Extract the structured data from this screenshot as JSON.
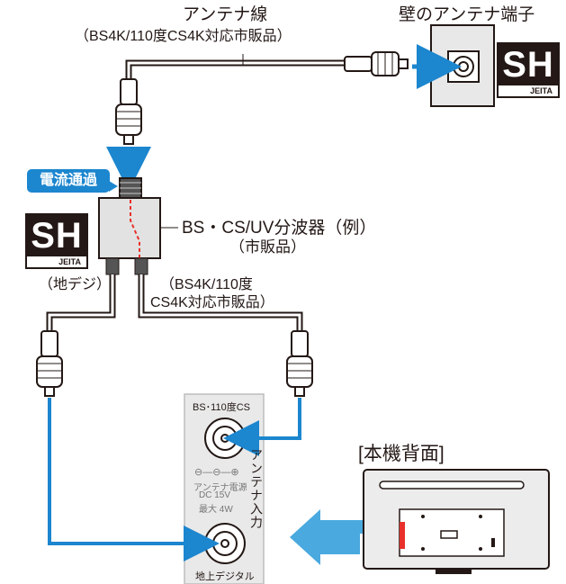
{
  "labels": {
    "antenna_cable": "アンテナ線",
    "antenna_cable_note": "（BS4K/110度CS4K対応市販品）",
    "wall_terminal": "壁のアンテナ端子",
    "current_pass": "電流通過",
    "splitter": "BS・CS/UV分波器（例）",
    "splitter_note": "（市販品）",
    "terrestrial_digital_cable": "（地デジ）",
    "bs_cable_note_line1": "（BS4K/110度",
    "bs_cable_note_line2": "CS4K対応市販品）",
    "tv_back": "[本機背面]"
  },
  "sh_mark": {
    "big": "SH",
    "small": "JEITA"
  },
  "tv_panel": {
    "bs_port": "BS･110度CS",
    "polarity": "⊖—⊖—⊕",
    "power_line1": "アンテナ電源",
    "power_line2": "DC 15V",
    "power_line3": "最大 4W",
    "antenna_input": "アンテナ入力",
    "terrestrial_port": "地上デジタル"
  },
  "colors": {
    "accent_blue": "#1c86cf",
    "light_blue_arrow": "#4aa9df",
    "dash_red": "#e8302a"
  }
}
